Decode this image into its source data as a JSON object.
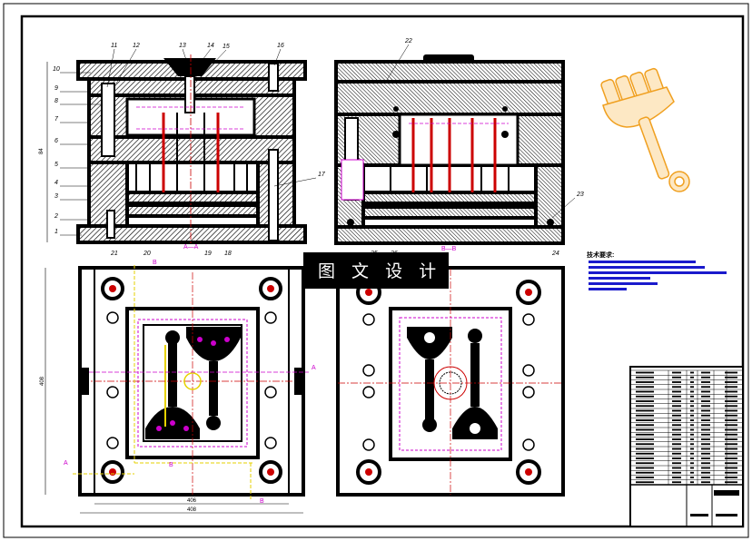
{
  "drawing": {
    "banner_text": "图 文 设 计",
    "section_labels": {
      "a_a": "A—A",
      "b_b": "B—B",
      "a": "A",
      "b": "B"
    },
    "dimensions": {
      "left_height": "84",
      "plan_height": "408",
      "plan_width_1": "406",
      "plan_width_2": "408"
    },
    "callouts_left": [
      "10",
      "9",
      "8",
      "7",
      "6",
      "5",
      "4",
      "3",
      "2",
      "1"
    ],
    "callouts_top": [
      "11",
      "12",
      "13",
      "14",
      "15",
      "16"
    ],
    "callouts_bottom": [
      "21",
      "20",
      "19",
      "18"
    ],
    "callout_17": "17",
    "callout_22": "22",
    "callout_23": "23",
    "callouts_right_bottom": [
      "25",
      "26",
      "24"
    ],
    "notes_title": "技术要求:",
    "colors": {
      "line": "#000000",
      "red": "#cc0000",
      "magenta": "#cc00cc",
      "yellow": "#e6d200",
      "blue": "#1a1acc",
      "orange": "#f0a020",
      "hatch": "#333333"
    },
    "title_block": {
      "rows": 24
    }
  }
}
